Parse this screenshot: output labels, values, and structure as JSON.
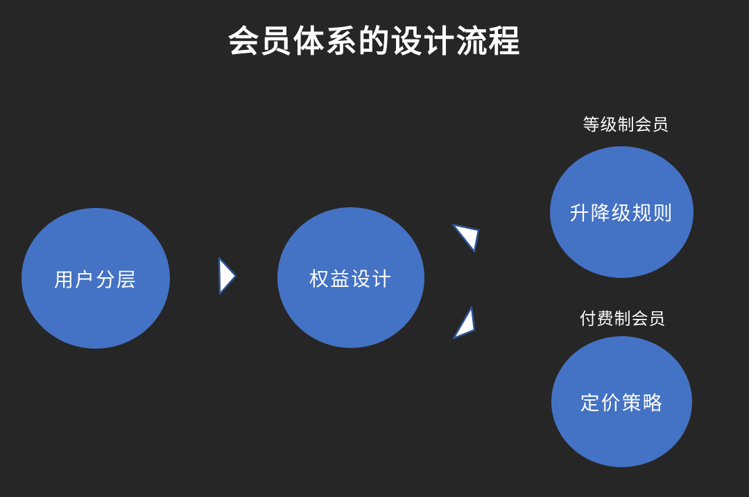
{
  "title": "会员体系的设计流程",
  "flow": {
    "steps": [
      {
        "id": "user-segmentation",
        "label": "用户分层"
      },
      {
        "id": "benefit-design",
        "label": "权益设计"
      }
    ],
    "branches": [
      {
        "id": "tiered-membership",
        "group_label": "等级制会员",
        "node_label": "升降级规则"
      },
      {
        "id": "paid-membership",
        "group_label": "付费制会员",
        "node_label": "定价策略"
      }
    ],
    "connectors": [
      {
        "from": "用户分层",
        "to": "权益设计",
        "shape": "triangle-right"
      },
      {
        "from": "权益设计",
        "to": "升降级规则",
        "shape": "triangle-up-right"
      },
      {
        "from": "权益设计",
        "to": "定价策略",
        "shape": "triangle-down-right"
      }
    ]
  },
  "colors": {
    "background": "#262626",
    "node_fill": "#4472C4",
    "arrow_fill": "#FFFFFF",
    "arrow_stroke": "#2E5395",
    "text": "#FFFFFF"
  }
}
